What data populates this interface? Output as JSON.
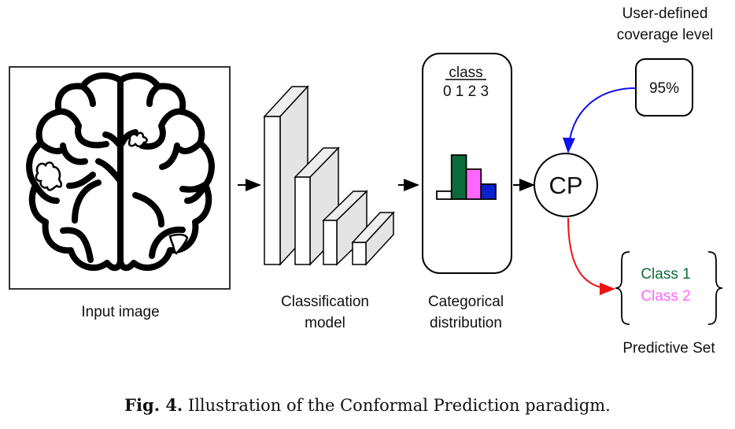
{
  "input": {
    "label": "Input image"
  },
  "model": {
    "label_line1": "Classification",
    "label_line2": "model"
  },
  "distribution": {
    "header": "class",
    "class_ticks": "0 1 2 3",
    "label_line1": "Categorical",
    "label_line2": "distribution",
    "bars": [
      {
        "class": "0",
        "relative_value": 0.18,
        "color": "#ffffff"
      },
      {
        "class": "1",
        "relative_value": 1.0,
        "color": "#0b6b3a"
      },
      {
        "class": "2",
        "relative_value": 0.68,
        "color": "#ff66ff"
      },
      {
        "class": "3",
        "relative_value": 0.34,
        "color": "#0a22cc"
      }
    ]
  },
  "cp": {
    "label": "CP"
  },
  "coverage": {
    "label_line1": "User-defined",
    "label_line2": "coverage level",
    "value": "95%"
  },
  "predictive_set": {
    "label": "Predictive Set",
    "items": [
      {
        "text": "Class 1",
        "color": "#0b6b3a"
      },
      {
        "text": "Class 2",
        "color": "#ff66ff"
      }
    ]
  },
  "caption": {
    "prefix": "Fig. 4.",
    "text": " Illustration of the Conformal Prediction paradigm."
  },
  "colors": {
    "blue_arrow": "#1010ee",
    "red_arrow": "#ee1111"
  }
}
